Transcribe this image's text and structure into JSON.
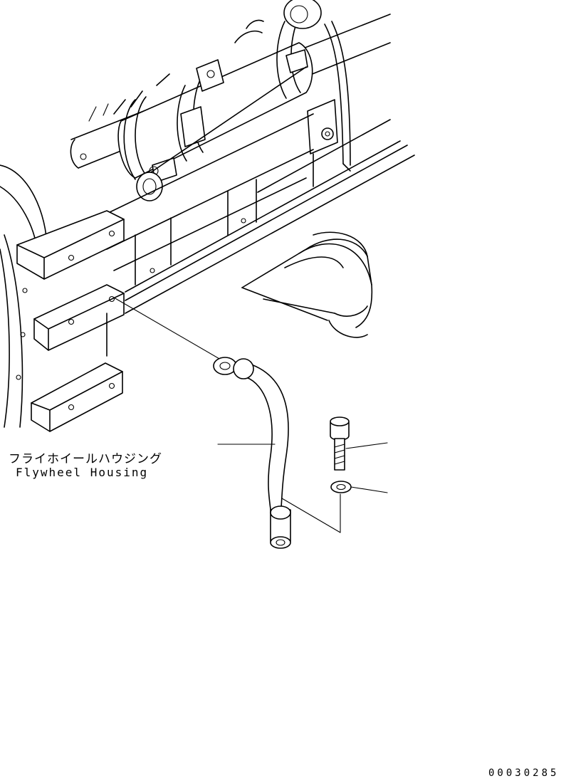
{
  "labels": {
    "part_name_ja": "フライホイールハウジング",
    "part_name_en": "Flywheel Housing"
  },
  "drawing_number": "00030285",
  "colors": {
    "line": "#000000",
    "background": "#ffffff"
  }
}
